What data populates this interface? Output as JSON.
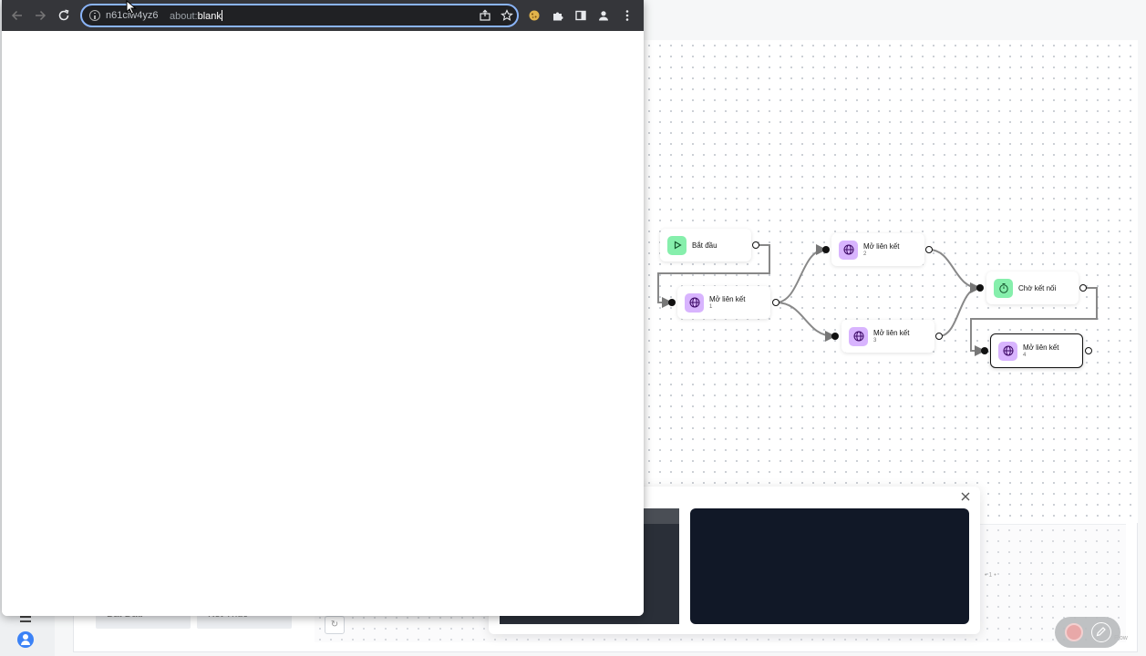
{
  "browser_popup": {
    "host_label": "n61ciw4yz6",
    "url_scheme": "about:",
    "url_rest": "blank",
    "icons": [
      "back-arrow-icon",
      "forward-arrow-icon",
      "reload-icon",
      "info-icon",
      "share-icon",
      "star-icon",
      "cookie-extension-icon",
      "puzzle-extension-icon",
      "side-panel-icon",
      "profile-icon",
      "kebab-menu-icon"
    ]
  },
  "flow": {
    "nodes": [
      {
        "label": "Bắt đầu",
        "sub": "",
        "icon": "play-icon"
      },
      {
        "label": "Mở liên kết",
        "sub": "1",
        "icon": "globe-icon"
      },
      {
        "label": "Mở liên kết",
        "sub": "2",
        "icon": "globe-icon"
      },
      {
        "label": "Mở liên kết",
        "sub": "3",
        "icon": "globe-icon"
      },
      {
        "label": "Chờ kết nối",
        "sub": "",
        "icon": "timer-icon"
      },
      {
        "label": "Mở liên kết",
        "sub": "4",
        "icon": "globe-icon"
      }
    ]
  },
  "background": {
    "tabs": [
      "Bắt Đầu",
      "Kết Thúc"
    ],
    "micro_text": "• 1 •",
    "flow_text": "Flow"
  },
  "colors": {
    "accent": "#8ab4f8",
    "green": "#86efac",
    "purple": "#d8b4fe",
    "dark": "#111827"
  }
}
